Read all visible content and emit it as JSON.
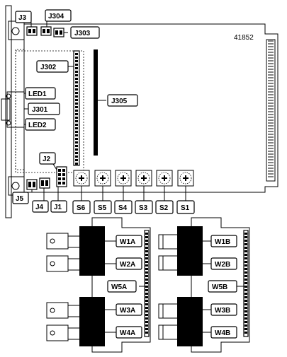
{
  "board_number": "41852",
  "labels": {
    "J3": "J3",
    "J304": "J304",
    "J303": "J303",
    "J302": "J302",
    "LED1": "LED1",
    "J301": "J301",
    "LED2": "LED2",
    "J305": "J305",
    "J2": "J2",
    "J5": "J5",
    "J4": "J4",
    "J1": "J1",
    "S6": "S6",
    "S5": "S5",
    "S4": "S4",
    "S3": "S3",
    "S2": "S2",
    "S1": "S1",
    "W1A": "W1A",
    "W2A": "W2A",
    "W5A": "W5A",
    "W3A": "W3A",
    "W4A": "W4A",
    "W1B": "W1B",
    "W2B": "W2B",
    "W5B": "W5B",
    "W3B": "W3B",
    "W4B": "W4B"
  },
  "colors": {
    "ink": "#000000",
    "paper": "#ffffff"
  }
}
